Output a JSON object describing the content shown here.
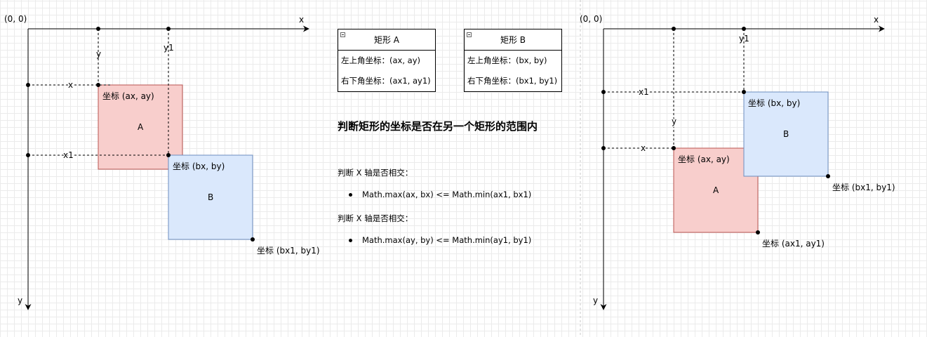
{
  "left_diagram": {
    "origin": "(0, 0)",
    "x_axis": "x",
    "y_axis": "y",
    "tick_y": "y",
    "tick_y1": "y1",
    "label_x": "x",
    "label_x1": "x1",
    "rect_a_name": "A",
    "rect_a_coord": "坐标 (ax, ay)",
    "rect_b_name": "B",
    "rect_b_coord": "坐标 (bx, by)",
    "rect_b_end": "坐标 (bx1, by1)"
  },
  "right_diagram": {
    "origin": "(0, 0)",
    "x_axis": "x",
    "y_axis": "y",
    "tick_y": "y",
    "tick_y1": "y1",
    "label_x": "x",
    "label_x1": "x1",
    "rect_a_name": "A",
    "rect_a_coord": "坐标 (ax, ay)",
    "rect_a_end": "坐标 (ax1, ay1)",
    "rect_b_name": "B",
    "rect_b_coord": "坐标 (bx, by)",
    "rect_b_end": "坐标 (bx1, by1)"
  },
  "card_a": {
    "title": "矩形 A",
    "top_left": "左上角坐标：(ax, ay)",
    "bottom_right": "右下角坐标：(ax1, ay1)"
  },
  "card_b": {
    "title": "矩形 B",
    "top_left": "左上角坐标：(bx, by)",
    "bottom_right": "右下角坐标：(bx1, by1)"
  },
  "heading": "判断矩形的坐标是否在另一个矩形的范围内",
  "rule_x": {
    "title": "判断 X 轴是否相交：",
    "formula": "Math.max(ax, bx) <= Math.min(ax1, bx1)"
  },
  "rule_y": {
    "title": "判断 X 轴是否相交：",
    "formula": "Math.max(ay, by) <= Math.min(ay1, by1)"
  },
  "colors": {
    "rect_a_fill": "#f8cecc",
    "rect_a_stroke": "#b85450",
    "rect_b_fill": "#dae8fc",
    "rect_b_stroke": "#6c8ebf",
    "divider": "#c8c8c8"
  }
}
